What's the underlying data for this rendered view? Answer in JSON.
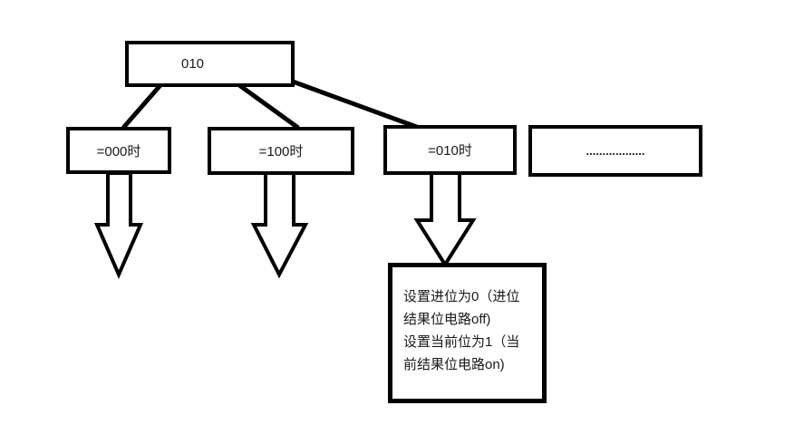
{
  "diagram": {
    "root_box": {
      "label": "010"
    },
    "branch_boxes": [
      {
        "label": "=000时"
      },
      {
        "label": "=100时"
      },
      {
        "label": "=010时"
      },
      {
        "label": ".................."
      }
    ],
    "result_box": {
      "lines": [
        "设置进位为0（进位",
        "结果位电路off)",
        "设置当前位为1（当",
        "前结果位电路on)"
      ]
    },
    "colors": {
      "stroke": "#000000",
      "fill": "#ffffff",
      "background": "#ffffff"
    }
  }
}
